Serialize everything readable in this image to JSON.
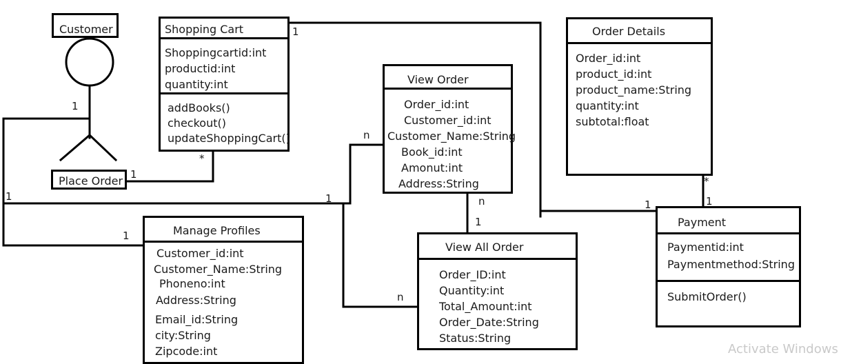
{
  "actor": {
    "name": "Customer"
  },
  "place_order": {
    "name": "Place Order"
  },
  "shopping_cart": {
    "title": "Shopping Cart",
    "attributes": [
      "Shoppingcartid:int",
      "productid:int",
      "quantity:int"
    ],
    "methods": [
      "addBooks()",
      "checkout()",
      "updateShoppingCart()"
    ]
  },
  "view_order": {
    "title": "View Order",
    "attributes": [
      "Order_id:int",
      "Customer_id:int",
      "Customer_Name:String",
      "Book_id:int",
      "Amonut:int",
      "Address:String"
    ]
  },
  "order_details": {
    "title": "Order Details",
    "attributes": [
      "Order_id:int",
      "product_id:int",
      "product_name:String",
      "quantity:int",
      "subtotal:float"
    ]
  },
  "manage_profiles": {
    "title": "Manage Profiles",
    "attributes": [
      "Customer_id:int",
      "Customer_Name:String",
      "Phoneno:int",
      "Address:String",
      "Email_id:String",
      "city:String",
      "Zipcode:int"
    ]
  },
  "view_all_order": {
    "title": "View All Order",
    "attributes": [
      "Order_ID:int",
      "Quantity:int",
      "Total_Amount:int",
      "Order_Date:String",
      "Status:String"
    ]
  },
  "payment": {
    "title": "Payment",
    "attributes": [
      "Paymentid:int",
      "Paymentmethod:String"
    ],
    "methods": [
      "SubmitOrder()"
    ]
  },
  "multiplicities": {
    "cart_right": "1",
    "actor_top": "1",
    "cart_bottom": "*",
    "place_order_right": "1",
    "left_bus": "1",
    "view_order_left": "n",
    "bus_mid": "1",
    "manage_profiles_left": "1",
    "view_order_bottom": "n",
    "view_all_top": "1",
    "view_all_left": "n",
    "payment_left": "1",
    "order_details_bottom": "*",
    "payment_top": "1"
  },
  "watermark": "Activate Windows"
}
